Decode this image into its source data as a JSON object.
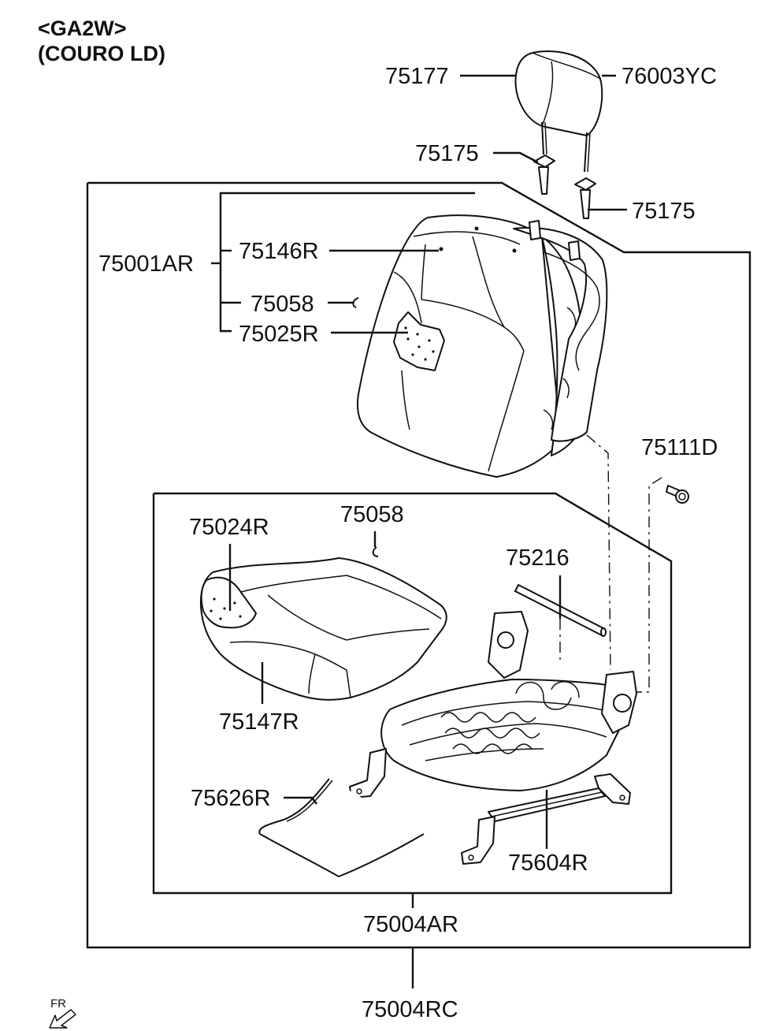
{
  "header": {
    "model": "<GA2W>",
    "trim": "(COURO LD)"
  },
  "orientation": {
    "label": "FR",
    "icon": "front-arrow-icon"
  },
  "parts": {
    "p75177": "75177",
    "p76003YC": "76003YC",
    "p75175_a": "75175",
    "p75175_b": "75175",
    "p75001AR": "75001AR",
    "p75146R": "75146R",
    "p75058_back": "75058",
    "p75025R": "75025R",
    "p75111D": "75111D",
    "p75024R": "75024R",
    "p75058_cushion": "75058",
    "p75216": "75216",
    "p75147R": "75147R",
    "p75626R": "75626R",
    "p75604R": "75604R",
    "p75004AR": "75004AR",
    "p75004RC": "75004RC"
  }
}
